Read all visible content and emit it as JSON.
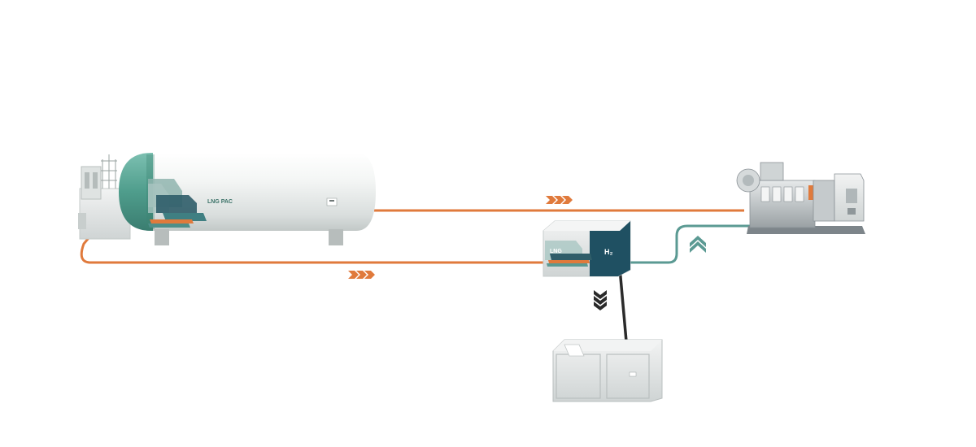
{
  "labels": {
    "tank": "LNG PAC",
    "reformer_left": "LNG",
    "reformer_right": "H₂"
  },
  "colors": {
    "lng_pipe": "#e07a3c",
    "h2_pipe": "#5b9a93",
    "power_cable": "#2b2b2b",
    "tank_accent": "#5aa595",
    "tank_body": "#f1f3f2",
    "reformer_dark": "#1f5062",
    "chevron_down": "#2a2a2a"
  },
  "icons": {
    "flow_lng_top": "chevron-right-triple",
    "flow_lng_bottom": "chevron-right-triple",
    "flow_h2": "chevron-up-triple",
    "flow_power": "chevron-down-triple"
  }
}
